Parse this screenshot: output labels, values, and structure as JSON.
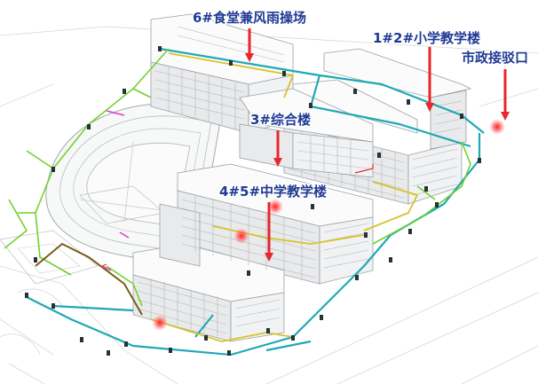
{
  "labels": {
    "canteen": "6#食堂兼风雨操场",
    "primary": "1#2#小学教学楼",
    "municipal": "市政接驳口",
    "complex": "3#综合楼",
    "middle": "4#5#中学教学楼"
  },
  "colors": {
    "label_text": "#1f3a93",
    "arrow": "#e8262b",
    "pipe_main": "#1fa9b5",
    "pipe_branch": "#74d12c",
    "pipe_aux": "#d7c32a",
    "pipe_drain": "#7a5a1a",
    "hotspot": "#ff3b3b"
  }
}
